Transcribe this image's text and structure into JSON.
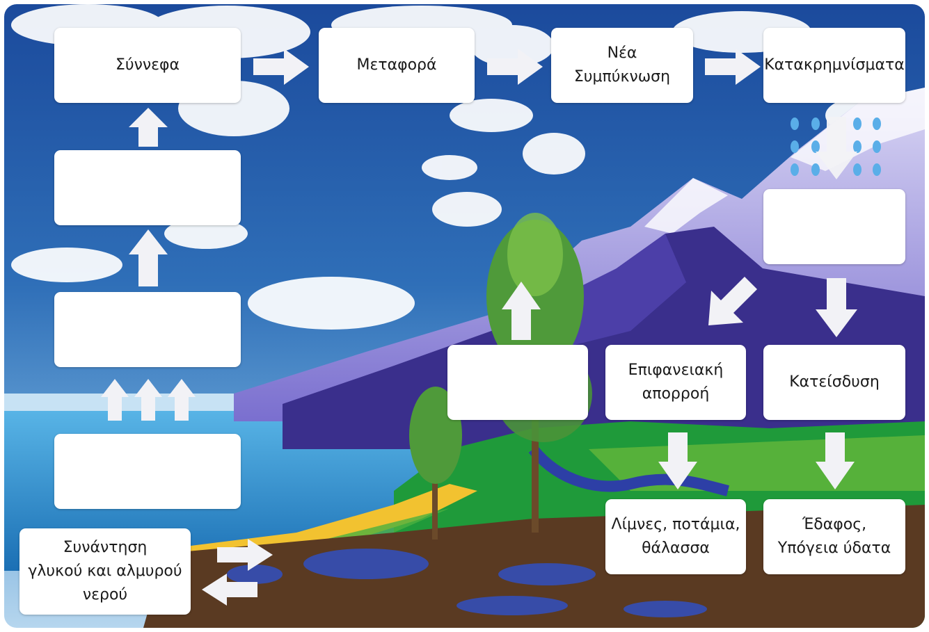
{
  "boxes": {
    "clouds": "Σύννεφα",
    "transport": "Μεταφορά",
    "new_condensation": "Νέα\nΣυμπύκνωση",
    "precipitation": "Κατακρημνίσματα",
    "surface_runoff": "Επιφανειακή\nαπορροή",
    "infiltration": "Κατείσδυση",
    "lakes_rivers_sea": "Λίμνες, ποτάμια,\nθάλασσα",
    "soil_groundwater": "Έδαφος,\nΥπόγεια ύδατα",
    "fresh_salt_meeting": "Συνάντηση\nγλυκού και αλμυρού\nνερού",
    "blank_left_upper": "",
    "blank_left_middle": "",
    "blank_left_lower": "",
    "blank_right_upper": "",
    "blank_center": ""
  },
  "colors": {
    "sky_top": "#1e4fa0",
    "sky_mid": "#3f86c8",
    "sea": "#2c8fd0",
    "mountain_light": "#b8b3e6",
    "mountain_dark": "#3a2f8c",
    "grass": "#1f9a3a",
    "soil": "#5a3a22",
    "arrow": "#f2f2f6",
    "rain": "#5aaee8"
  }
}
